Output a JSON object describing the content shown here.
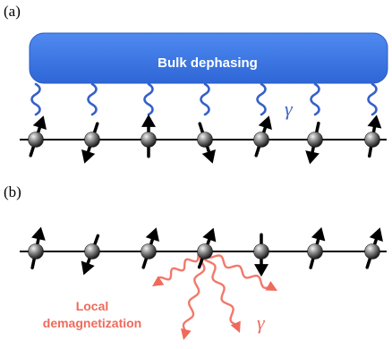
{
  "panel_a": {
    "label": "(a)",
    "bath_label": "Bulk dephasing",
    "rate_symbol": "γ",
    "bath_color": "#3a73e0",
    "coupling_color": "#3560c8",
    "spins": [
      "up",
      "down",
      "up",
      "down",
      "up",
      "down",
      "up"
    ]
  },
  "panel_b": {
    "label": "(b)",
    "process_label_line1": "Local",
    "process_label_line2": "demagnetization",
    "rate_symbol": "γ",
    "emission_color": "#ef6a5b",
    "spins": [
      "up",
      "down",
      "up",
      "up",
      "down",
      "up",
      "up"
    ]
  }
}
